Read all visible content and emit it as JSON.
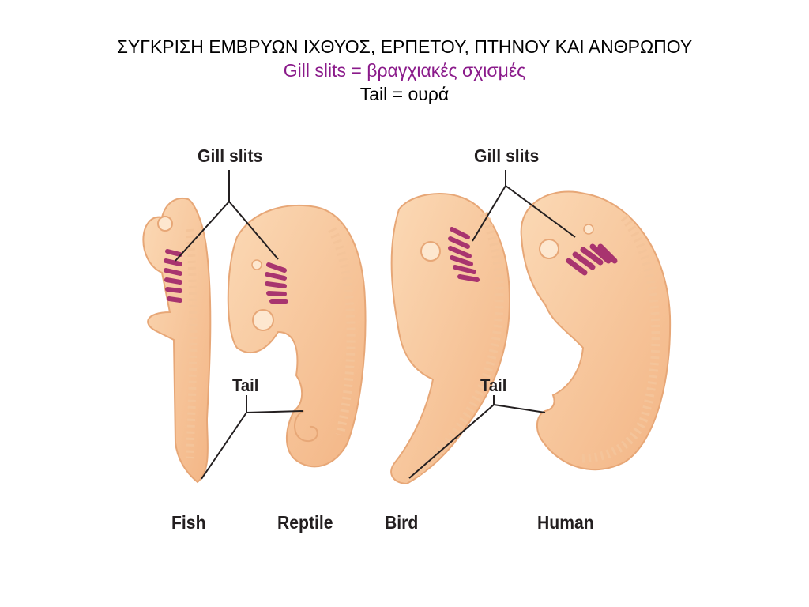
{
  "header": {
    "title": "ΣΥΓΚΡΙΣΗ ΕΜΒΡΥΩΝ ΙΧΘΥΟΣ, ΕΡΠΕΤΟΥ, ΠΤΗΝΟΥ ΚΑΙ ΑΝΘΡΩΠΟΥ",
    "subtitle": "Gill slits = βραγχιακές σχισμές",
    "subtitle2": "Tail = ουρά"
  },
  "labels": {
    "gill_slits_left": "Gill slits",
    "gill_slits_right": "Gill slits",
    "tail_left": "Tail",
    "tail_right": "Tail"
  },
  "embryos": [
    {
      "name": "Fish"
    },
    {
      "name": "Reptile"
    },
    {
      "name": "Bird"
    },
    {
      "name": "Human"
    }
  ],
  "colors": {
    "embryo_fill": "#f9cfa5",
    "embryo_edge": "#e7a777",
    "gill_slits": "#a8346f",
    "subtitle": "#8a1a8a"
  }
}
